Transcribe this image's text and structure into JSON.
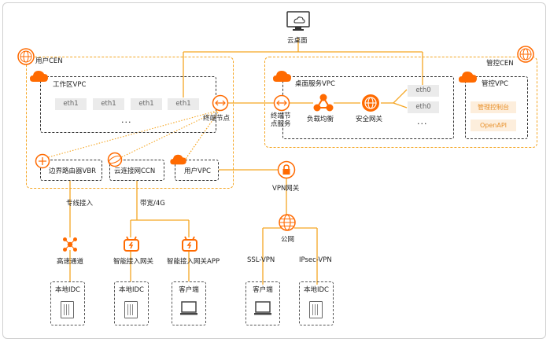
{
  "diagram": {
    "cloud_desktop": "云桌面",
    "user_cen": "用户CEN",
    "mgmt_cen": "管控CEN",
    "work_vpc": "工作区VPC",
    "desktop_vpc": "桌面服务VPC",
    "mgmt_vpc": "管控VPC",
    "work_eth": [
      "eth1",
      "eth1",
      "eth1",
      "eth1"
    ],
    "service_eth": [
      "eth0",
      "eth0"
    ],
    "ellipsis": "...",
    "mgmt_items": [
      "管理控制台",
      "OpenAPI"
    ],
    "terminal_node": "终端节点",
    "terminal_service": "终端节点服务",
    "load_balancer": "负载均衡",
    "security_gateway": "安全网关",
    "vbr": "边界路由器VBR",
    "ccn": "云连接网CCN",
    "user_vpc": "用户VPC",
    "vpn_gateway": "VPN网关",
    "public_net": "公网",
    "dedicated_line": "专线接入",
    "broadband": "带宽/4G",
    "express_connect": "高速通道",
    "smart_gateway": "智能接入网关",
    "smart_gateway_app": "智能接入网关APP",
    "ssl_vpn": "SSL-VPN",
    "ipsec_vpn": "IPsec-VPN",
    "local_idc": "本地IDC",
    "client": "客户端"
  },
  "colors": {
    "accent": "#f5a623",
    "brand": "#ff6a00"
  }
}
